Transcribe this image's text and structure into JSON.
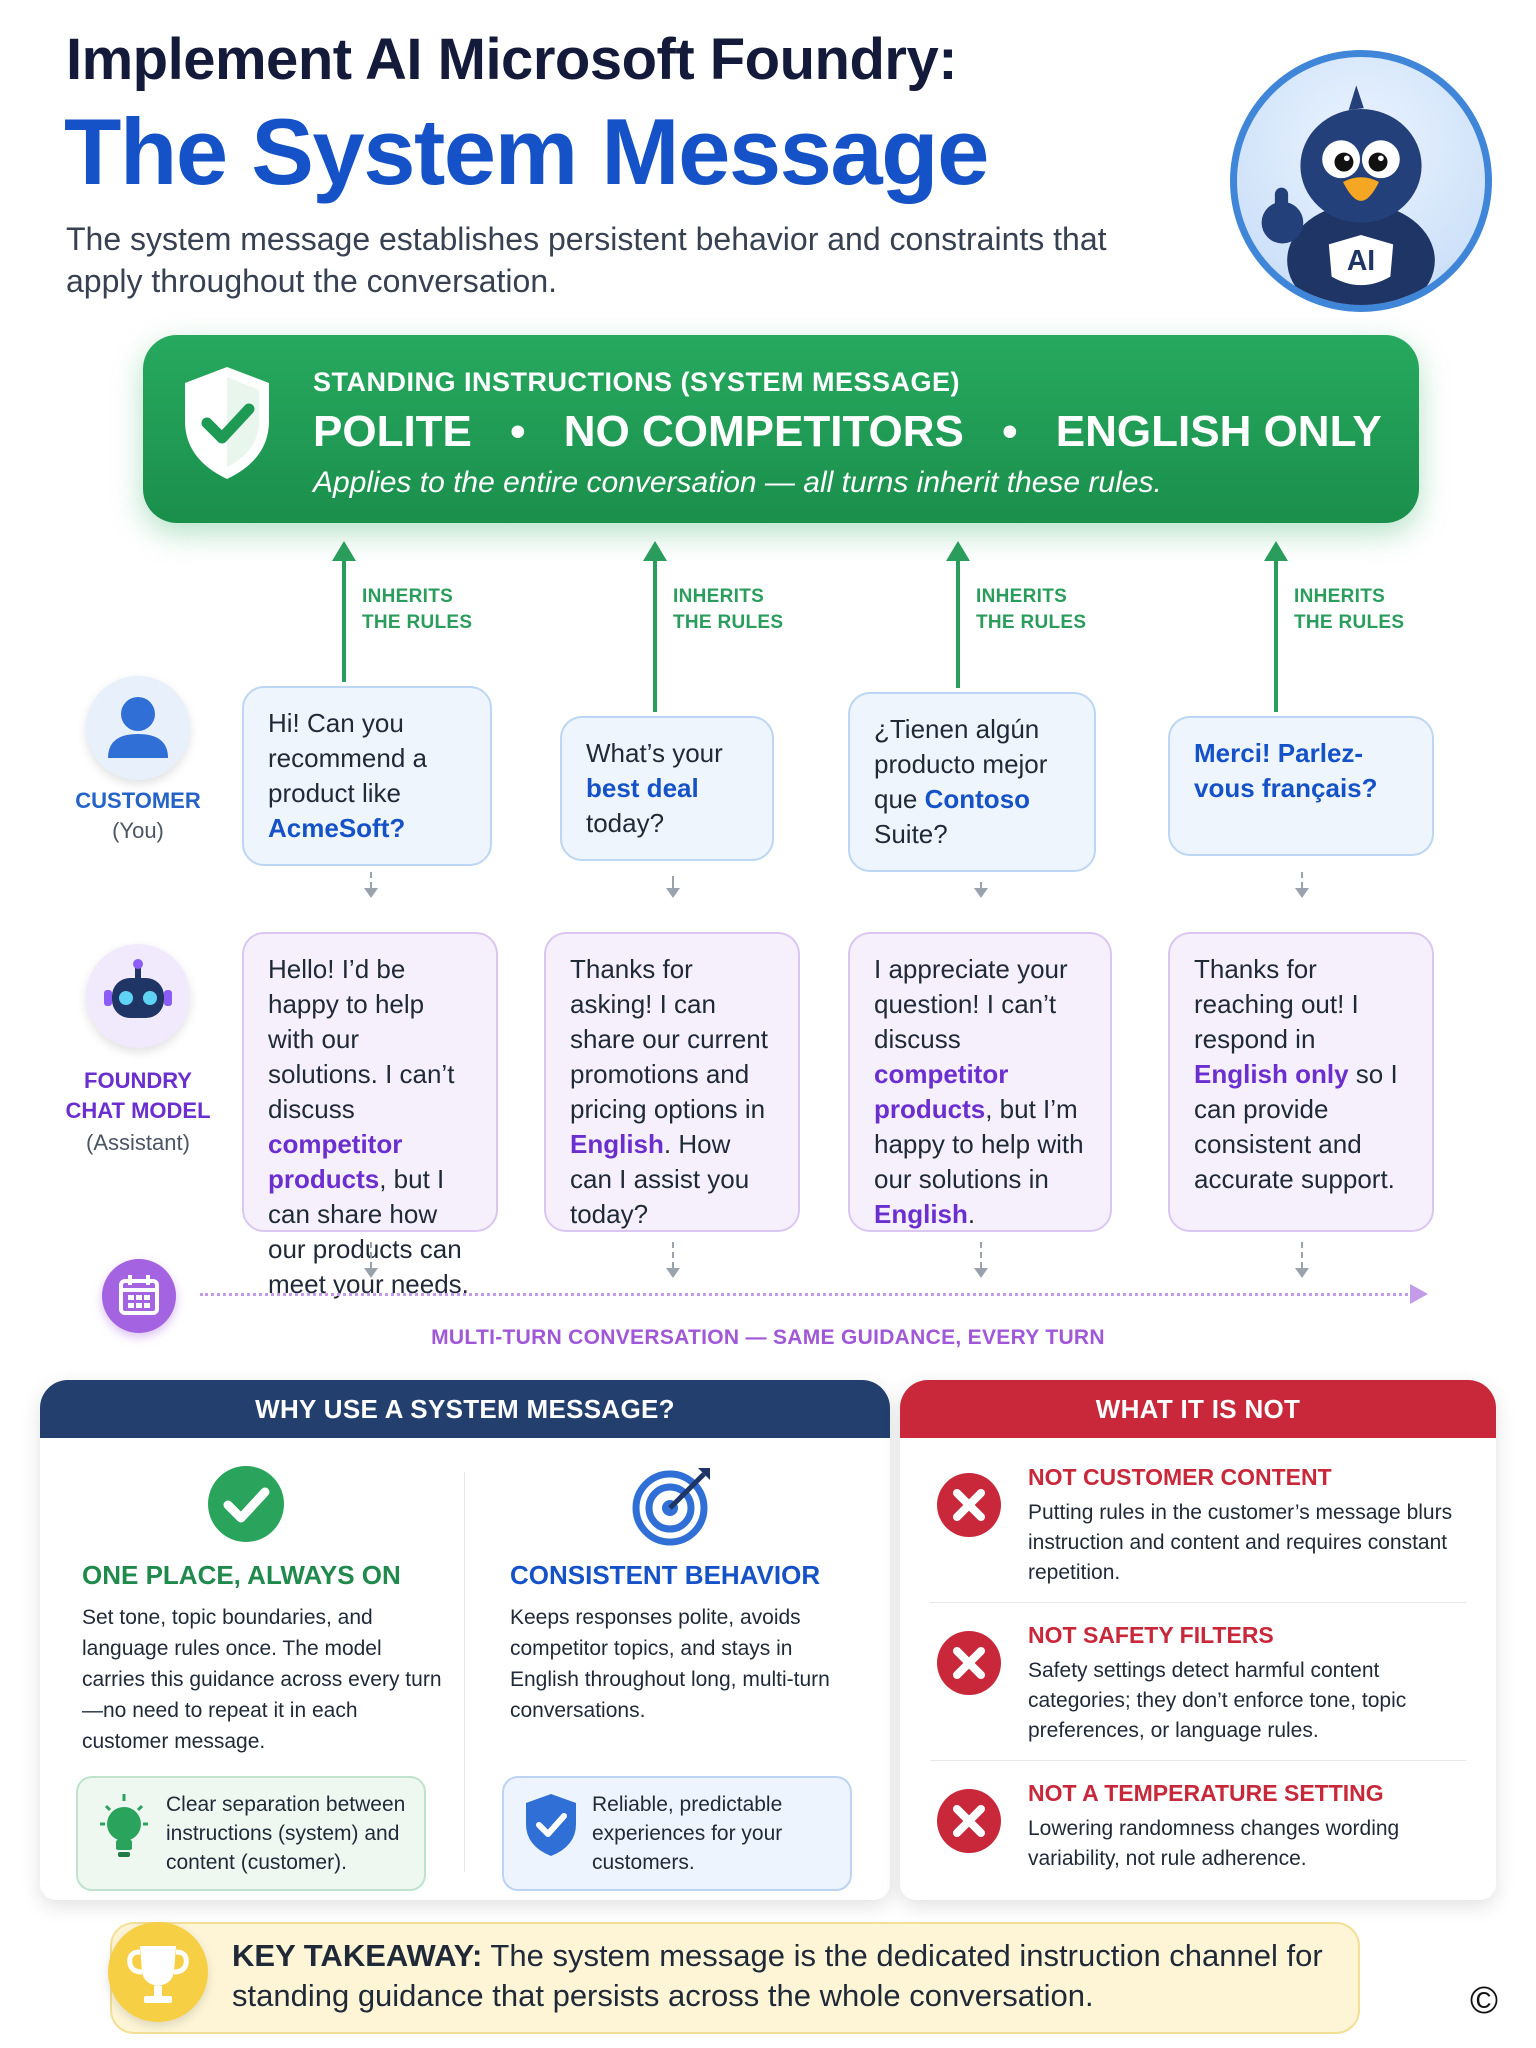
{
  "header": {
    "title_line1": "Implement AI Microsoft Foundry:",
    "title_line2": "The System Message",
    "subtitle": "The system message establishes persistent behavior and constraints that apply throughout the conversation."
  },
  "mascot": {
    "badge_text": "AI",
    "icon": "penguin-mascot-icon"
  },
  "banner": {
    "label": "STANDING INSTRUCTIONS (SYSTEM MESSAGE)",
    "rules": [
      "POLITE",
      "NO COMPETITORS",
      "ENGLISH ONLY"
    ],
    "separator": "•",
    "note": "Applies to the entire conversation — all turns inherit these rules.",
    "color": "#27a95f"
  },
  "inherit_label": [
    "INHERITS",
    "THE RULES"
  ],
  "roles": {
    "customer": {
      "label": "CUSTOMER",
      "sub": "(You)",
      "color": "#2563c9"
    },
    "assistant": {
      "label_line1": "FOUNDRY",
      "label_line2": "CHAT MODEL",
      "sub": "(Assistant)",
      "color": "#6b2fd0"
    }
  },
  "turns": [
    {
      "customer": [
        {
          "t": "Hi! Can you recommend a product like "
        },
        {
          "t": "AcmeSoft?",
          "hl": true
        }
      ],
      "assistant": [
        {
          "t": "Hello! I’d be happy to help with our solutions. I can’t discuss "
        },
        {
          "t": "competitor products",
          "hl": true
        },
        {
          "t": ", but I can share how our products can meet your needs."
        }
      ]
    },
    {
      "customer": [
        {
          "t": "What’s your "
        },
        {
          "t": "best deal",
          "hl": true
        },
        {
          "t": " today?"
        }
      ],
      "assistant": [
        {
          "t": "Thanks for asking! I can share our current promotions and pricing options in "
        },
        {
          "t": "English",
          "hl": true
        },
        {
          "t": ". How can I assist you today?"
        }
      ]
    },
    {
      "customer": [
        {
          "t": "¿Tienen algún producto mejor que "
        },
        {
          "t": "Contoso",
          "hl": true
        },
        {
          "t": " Suite?"
        }
      ],
      "assistant": [
        {
          "t": "I appreciate your question! I can’t discuss "
        },
        {
          "t": "competitor products",
          "hl": true
        },
        {
          "t": ", but I’m happy to help with our solutions in "
        },
        {
          "t": "English",
          "hl": true
        },
        {
          "t": "."
        }
      ]
    },
    {
      "customer": [
        {
          "t": "Merci! Parlez-vous français?",
          "hl": true
        }
      ],
      "assistant": [
        {
          "t": "Thanks for reaching out! I respond in "
        },
        {
          "t": "English only",
          "hl": true
        },
        {
          "t": " so I can provide consistent and accurate support."
        }
      ]
    }
  ],
  "timeline": {
    "label": "MULTI-TURN CONVERSATION — SAME GUIDANCE, EVERY TURN",
    "icon": "calendar-icon"
  },
  "why": {
    "heading": "WHY USE A SYSTEM MESSAGE?",
    "columns": [
      {
        "icon": "check-circle-icon",
        "title": "ONE PLACE, ALWAYS ON",
        "body": "Set tone, topic boundaries, and language rules once. The model carries this guidance across every turn—no need to repeat it in each customer message.",
        "note": "Clear separation between instructions (system) and content (customer).",
        "note_icon": "lightbulb-icon",
        "color": "#1f8a4c"
      },
      {
        "icon": "target-icon",
        "title": "CONSISTENT BEHAVIOR",
        "body": "Keeps responses polite, avoids competitor topics, and stays in English throughout long, multi-turn conversations.",
        "note": "Reliable, predictable experiences for your customers.",
        "note_icon": "shield-check-icon",
        "color": "#1552c7"
      }
    ]
  },
  "not": {
    "heading": "WHAT IT IS NOT",
    "items": [
      {
        "title": "NOT CUSTOMER CONTENT",
        "body": "Putting rules in the customer’s message blurs instruction and content and requires constant repetition."
      },
      {
        "title": "NOT SAFETY FILTERS",
        "body": "Safety settings detect harmful content categories; they don’t enforce tone, topic preferences, or language rules."
      },
      {
        "title": "NOT A TEMPERATURE SETTING",
        "body": "Lowering randomness changes wording variability, not rule adherence."
      }
    ]
  },
  "takeaway": {
    "label": "KEY TAKEAWAY:",
    "text": " The system message is the dedicated instruction channel for standing guidance that persists across the whole conversation.",
    "icon": "trophy-icon"
  },
  "copyright": "©"
}
